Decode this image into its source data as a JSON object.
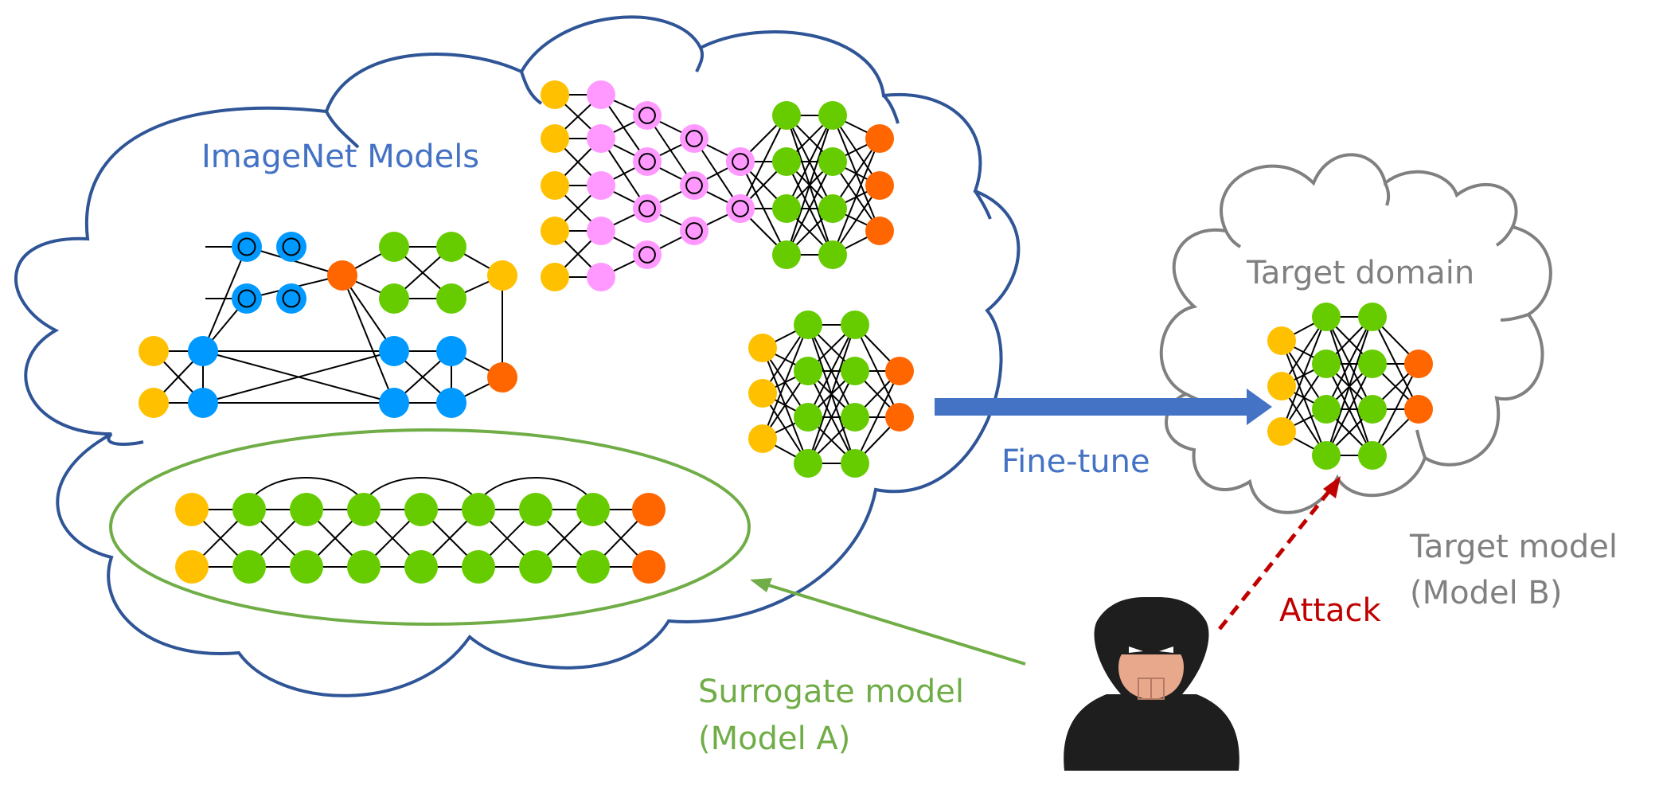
{
  "labels": {
    "imagenet": "ImageNet Models",
    "target_domain": "Target domain",
    "fine_tune": "Fine-tune",
    "target_model_line1": "Target model",
    "target_model_line2": "(Model B)",
    "attack": "Attack",
    "surrogate_line1": "Surrogate model",
    "surrogate_line2": "(Model A)"
  },
  "colors": {
    "cloud_outline": "#2F5597",
    "target_cloud_outline": "#808080",
    "imagenet_text": "#4472C4",
    "fine_tune_text": "#4472C4",
    "fine_tune_arrow": "#4472C4",
    "target_text": "#808080",
    "attack_text": "#C00000",
    "attack_arrow": "#C00000",
    "surrogate_text": "#70AD47",
    "surrogate_ellipse": "#70AD47",
    "node_yellow": "#FFC000",
    "node_green": "#66CC00",
    "node_orange": "#FF6600",
    "node_blue": "#0099FF",
    "node_pink": "#FF99FF",
    "attacker_body": "#1E1E1E",
    "attacker_skin": "#E8A88C"
  },
  "icons": {
    "attacker": "hooded-attacker-icon"
  }
}
